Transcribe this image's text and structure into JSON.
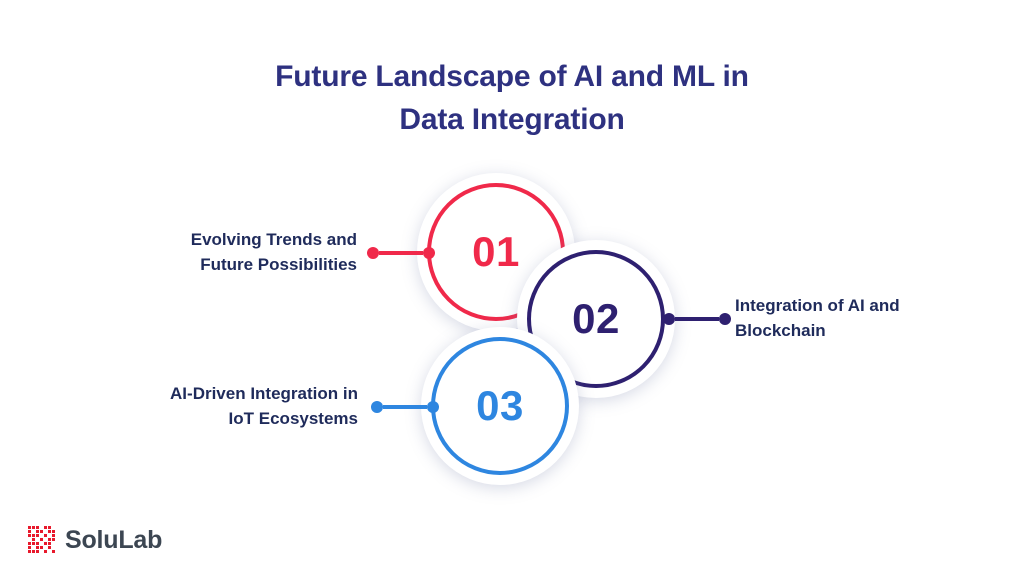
{
  "slide": {
    "background_color": "#FFFFFF",
    "title": {
      "line1": "Future Landscape of AI and ML in",
      "line2": "Data Integration",
      "color": "#2E3180"
    },
    "steps": [
      {
        "number": "01",
        "color": "#F0294A",
        "label_line1": "Evolving Trends and",
        "label_line2": "Future Possibilities",
        "label_color": "#1F2B5B",
        "connector_side": "left"
      },
      {
        "number": "02",
        "color": "#2E2070",
        "label_line1": "Integration of AI and",
        "label_line2": "Blockchain",
        "label_color": "#1F2B5B",
        "connector_side": "right"
      },
      {
        "number": "03",
        "color": "#2E86E0",
        "label_line1": "AI-Driven Integration in",
        "label_line2": "IoT Ecosystems",
        "label_color": "#1F2B5B",
        "connector_side": "left"
      }
    ]
  },
  "logo": {
    "mark_icon": "solulab-qr-mark-icon",
    "mark_color": "#E8192C",
    "text": "SoluLab",
    "text_color": "#3C4652"
  }
}
